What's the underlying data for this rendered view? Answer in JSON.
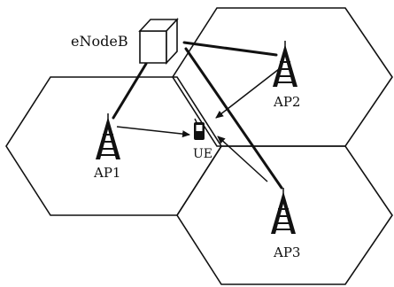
{
  "labels": {
    "enodeb": "eNodeB",
    "ap1": "AP1",
    "ap2": "AP2",
    "ap3": "AP3",
    "ue": "UE"
  }
}
